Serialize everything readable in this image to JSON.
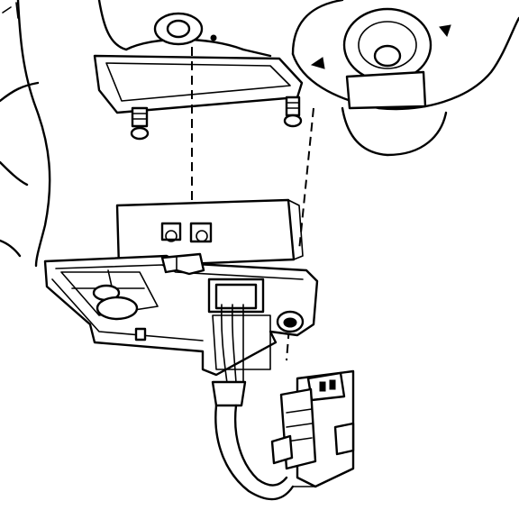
{
  "figure": {
    "title": "",
    "labels": []
  },
  "colors": {
    "line": "#000000",
    "background": "#ffffff"
  },
  "parts": [
    "mounting-bracket",
    "fan-housing",
    "stud",
    "resistor-assembly",
    "wiring-harness",
    "electrical-connector"
  ]
}
